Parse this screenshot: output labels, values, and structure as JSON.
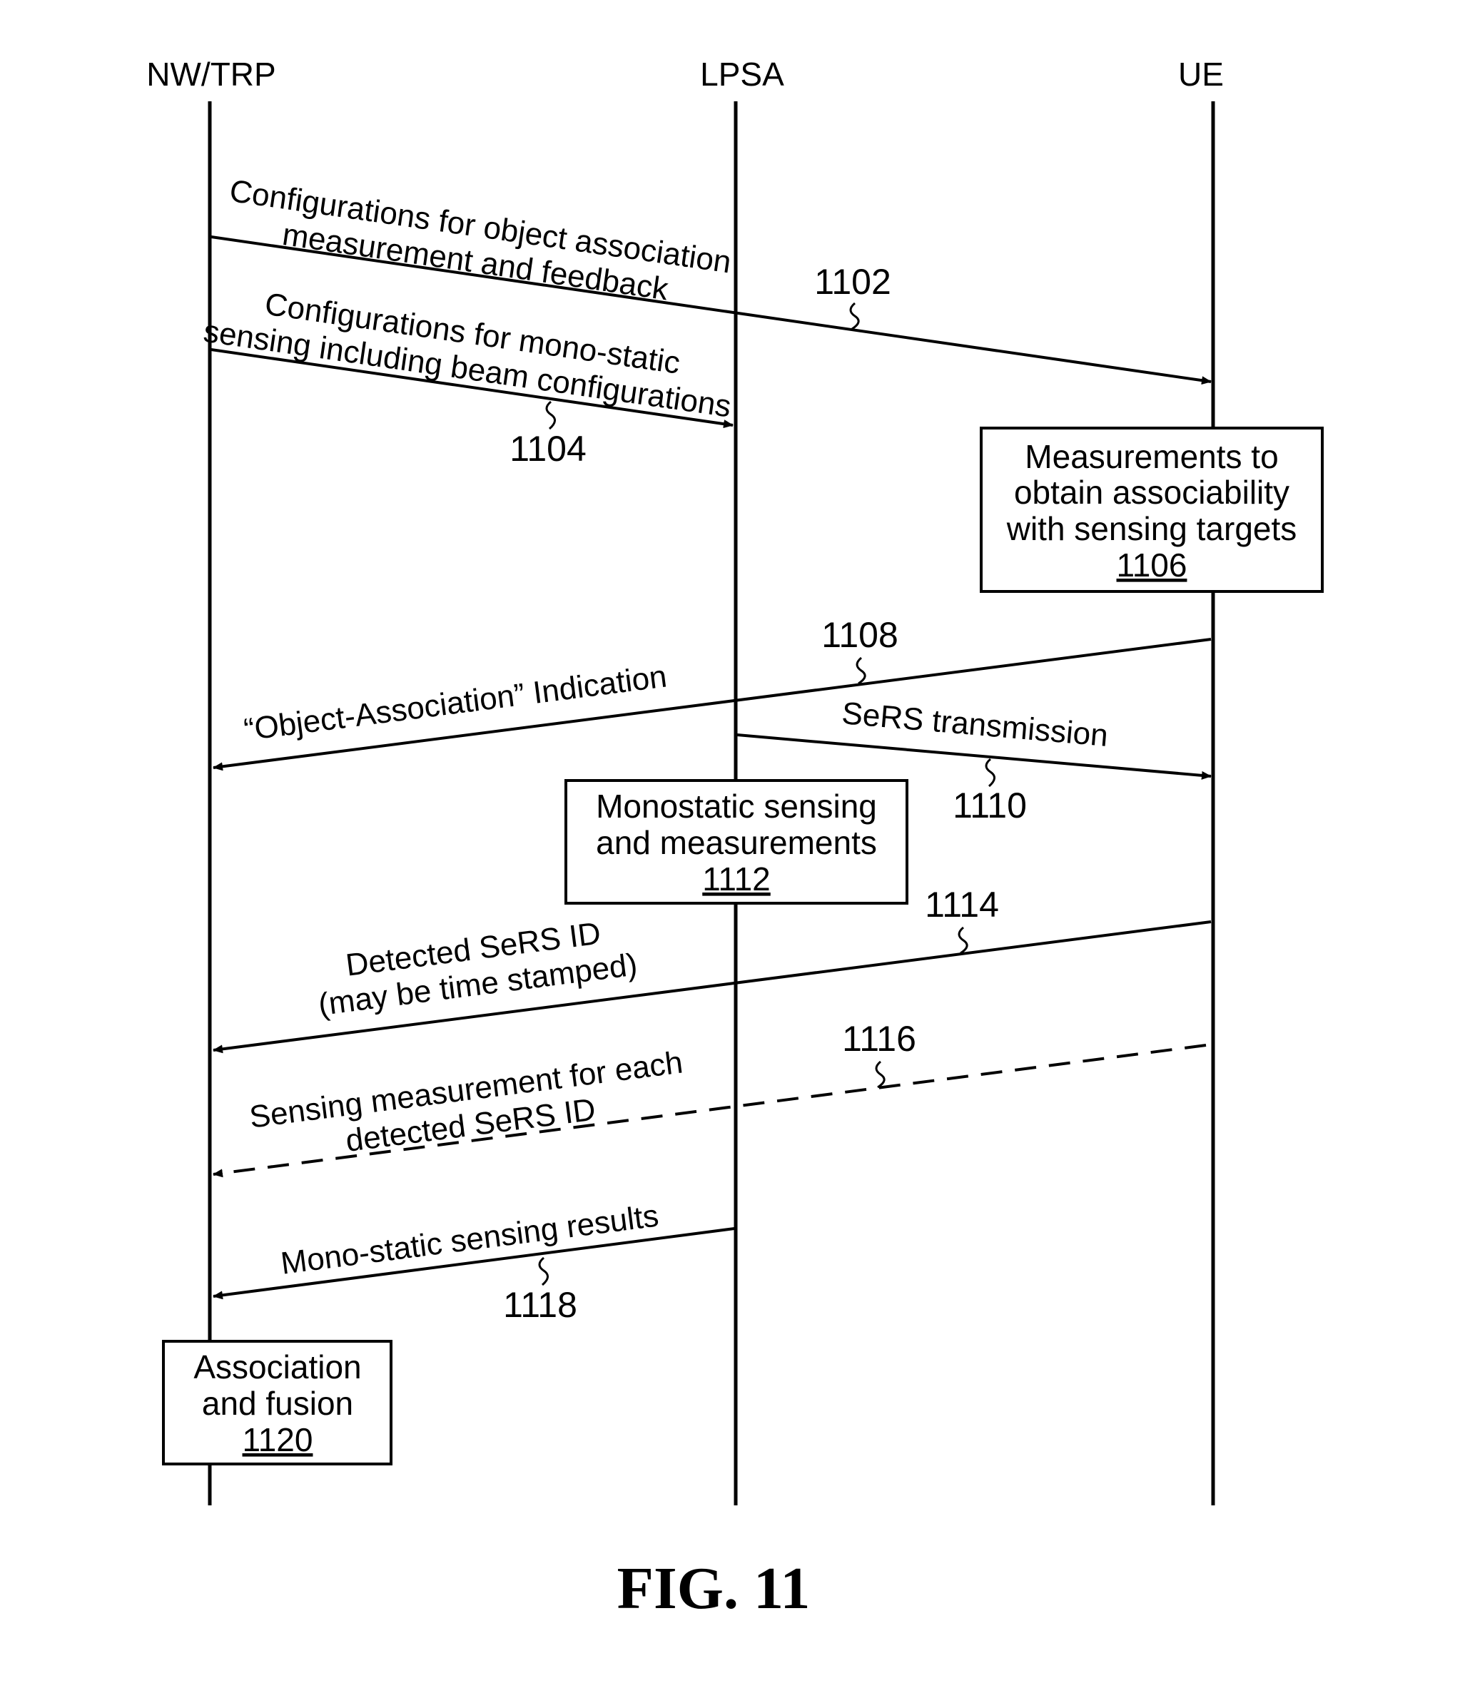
{
  "lifelines": {
    "nw": "NW/TRP",
    "lpsa": "LPSA",
    "ue": "UE"
  },
  "messages": {
    "m1102": {
      "line1": "Configurations for object association",
      "line2": "measurement and feedback",
      "ref": "1102"
    },
    "m1104": {
      "line1": "Configurations for mono-static",
      "line2": "sensing including beam configurations",
      "ref": "1104"
    },
    "m1108": {
      "text": "“Object-Association” Indication",
      "ref": "1108"
    },
    "m1110": {
      "text": "SeRS transmission",
      "ref": "1110"
    },
    "m1114": {
      "line1": "Detected SeRS ID",
      "line2": "(may be time stamped)",
      "ref": "1114"
    },
    "m1116": {
      "line1": "Sensing measurement for each",
      "line2": "detected SeRS ID",
      "ref": "1116"
    },
    "m1118": {
      "text": "Mono-static sensing results",
      "ref": "1118"
    }
  },
  "boxes": {
    "b1106": {
      "line1": "Measurements to",
      "line2": "obtain associability",
      "line3": "with sensing targets",
      "ref": "1106"
    },
    "b1112": {
      "line1": "Monostatic sensing",
      "line2": "and measurements",
      "ref": "1112"
    },
    "b1120": {
      "line1": "Association",
      "line2": "and fusion",
      "ref": "1120"
    }
  },
  "figure_label": "FIG. 11"
}
